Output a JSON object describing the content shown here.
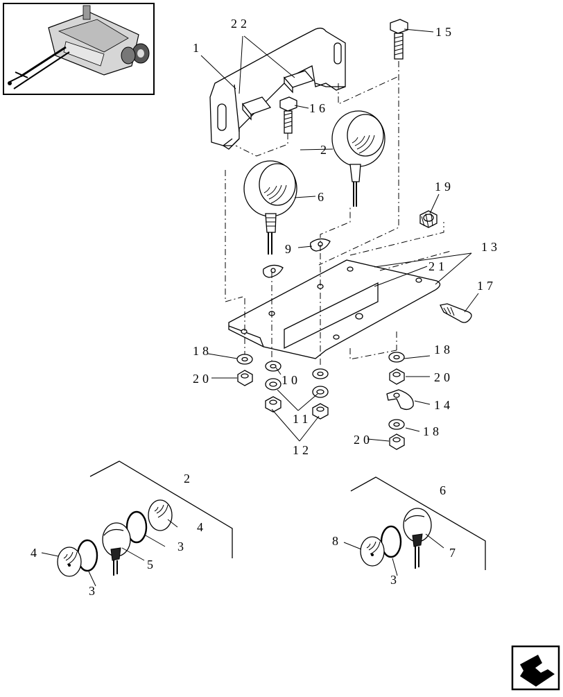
{
  "callouts": {
    "c1": "1",
    "c22": "22",
    "c15": "15",
    "c16": "16",
    "c2": "2",
    "c6": "6",
    "c19": "19",
    "c13": "13",
    "c9": "9",
    "c21": "21",
    "c17": "17",
    "c18a": "18",
    "c20a": "20",
    "c10": "10",
    "c11": "11",
    "c12": "12",
    "c18b": "18",
    "c20b": "20",
    "c14": "14",
    "c18c": "18",
    "c20c": "20",
    "d2": "2",
    "d4a": "4",
    "d3a": "3",
    "d4b": "4",
    "d3b": "3",
    "d5": "5",
    "d6": "6",
    "d8": "8",
    "d3c": "3",
    "d7": "7"
  },
  "icons": {
    "overview": "machine-overview-icon",
    "navigation": "return-arrow-icon"
  }
}
